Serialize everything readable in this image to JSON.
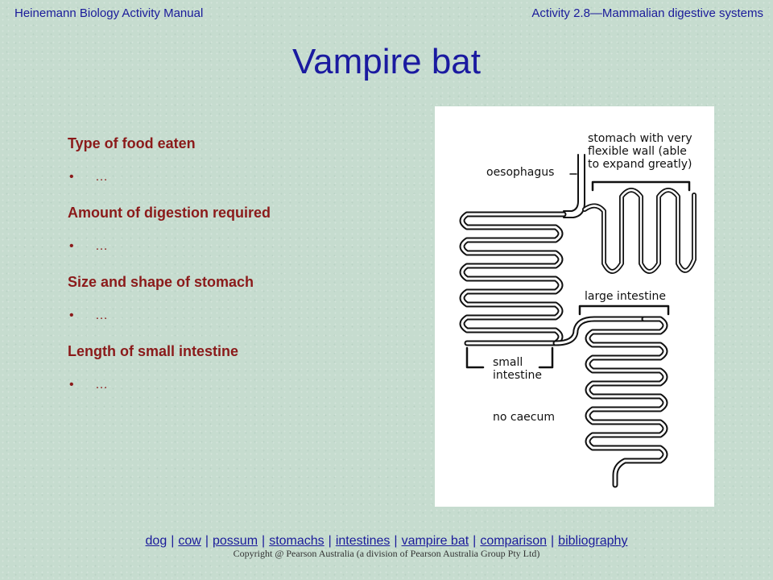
{
  "header": {
    "left": "Heinemann Biology Activity Manual",
    "right": "Activity 2.8—Mammalian digestive systems"
  },
  "title": "Vampire bat",
  "sections": [
    {
      "heading": "Type of food eaten",
      "bullet": "…"
    },
    {
      "heading": "Amount of digestion required",
      "bullet": "…"
    },
    {
      "heading": "Size and shape of stomach",
      "bullet": "…"
    },
    {
      "heading": "Length of small intestine",
      "bullet": "…"
    }
  ],
  "figure": {
    "labels": {
      "stomach": [
        "stomach with very",
        "flexible wall (able",
        "to expand greatly)"
      ],
      "oesophagus": "oesophagus",
      "large_intestine": "large intestine",
      "small_intestine": [
        "small",
        "intestine"
      ],
      "caecum": "no caecum"
    }
  },
  "nav": {
    "links": [
      "dog",
      "cow",
      "possum",
      "stomachs",
      "intestines",
      "vampire bat",
      "comparison",
      "bibliography"
    ]
  },
  "copyright": "Copyright @ Pearson Australia (a division of Pearson Australia Group Pty Ltd)"
}
